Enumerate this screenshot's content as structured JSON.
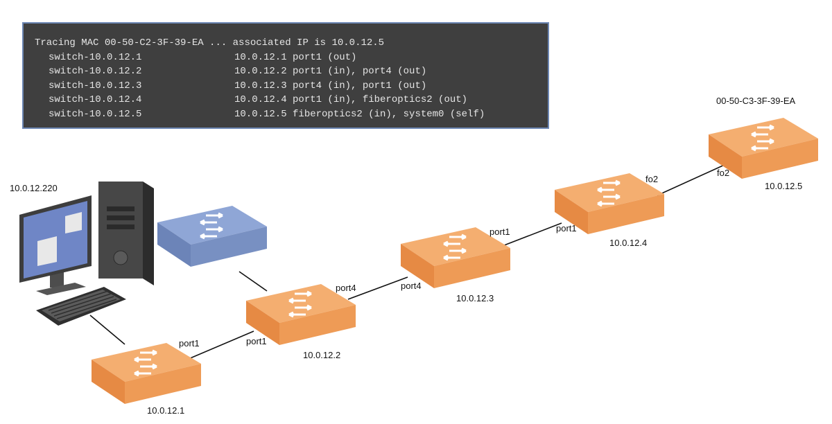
{
  "terminal": {
    "header": "Tracing MAC 00-50-C2-3F-39-EA ... associated IP is 10.0.12.5",
    "rows": [
      {
        "switch": "switch-10.0.12.1",
        "detail": "10.0.12.1 port1 (out)"
      },
      {
        "switch": "switch-10.0.12.2",
        "detail": "10.0.12.2 port1 (in), port4 (out)"
      },
      {
        "switch": "switch-10.0.12.3",
        "detail": "10.0.12.3 port4 (in), port1 (out)"
      },
      {
        "switch": "switch-10.0.12.4",
        "detail": "10.0.12.4 port1 (in), fiberoptics2 (out)"
      },
      {
        "switch": "switch-10.0.12.5",
        "detail": "10.0.12.5 fiberoptics2 (in), system0 (self)"
      }
    ]
  },
  "computer": {
    "ip": "10.0.12.220"
  },
  "switches": {
    "s1": {
      "label": "10.0.12.1",
      "color": "#f0a060"
    },
    "s2": {
      "label": "10.0.12.2",
      "color": "#f0a060"
    },
    "s3": {
      "label": "10.0.12.3",
      "color": "#f0a060"
    },
    "s4": {
      "label": "10.0.12.4",
      "color": "#f0a060"
    },
    "s5": {
      "label": "10.0.12.5",
      "mac": "00-50-C3-3F-39-EA",
      "color": "#f0a060"
    },
    "blue": {
      "color": "#7e96c8"
    }
  },
  "links": {
    "s1_s2": {
      "a": "port1",
      "b": "port1"
    },
    "s2_s3": {
      "a": "port4",
      "b": "port4"
    },
    "s3_s4": {
      "a": "port1",
      "b": "port1"
    },
    "s4_s5": {
      "a": "fo2",
      "b": "fo2"
    }
  }
}
